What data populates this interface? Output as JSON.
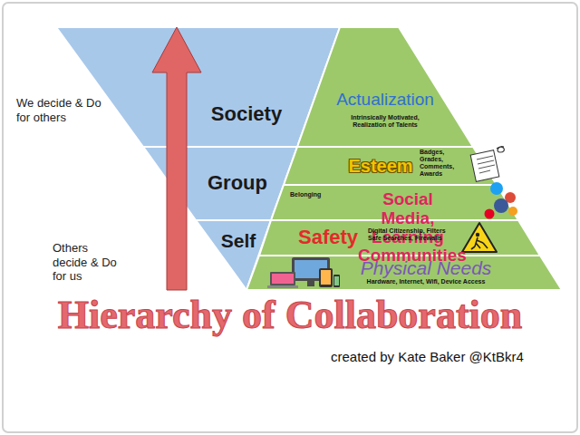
{
  "diagram": {
    "title": "Hierarchy of Collaboration",
    "caption": "created by Kate Baker @KtBkr4",
    "nodes": [
      {
        "text": [
          "Society"
        ]
      },
      {
        "text": [
          "Group"
        ]
      },
      {
        "text": [
          "Self"
        ]
      },
      {
        "text": [
          "Actualization",
          "Intrinsically Motivated, Realization of Talents"
        ]
      },
      {
        "text": [
          "Esteem",
          "Badges, Grades, Comments, Awards"
        ]
      },
      {
        "text": [
          "Belonging",
          "Social Media, Learning Communities"
        ]
      },
      {
        "text": [
          "Safety",
          "Digital Citizenship, Filters Safe Searches, Firewalls"
        ]
      },
      {
        "text": [
          "Physical Needs",
          "Hardware, Internet, Wifi, Device Access"
        ]
      }
    ],
    "labels": [
      "We decide & Do for others",
      "Others decide & Do for us"
    ]
  }
}
